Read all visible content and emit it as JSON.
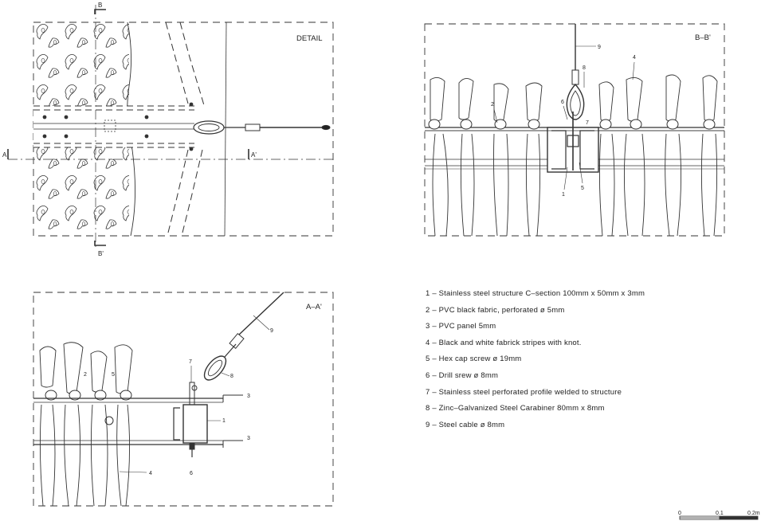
{
  "panels": {
    "detail": {
      "title": "DETAIL",
      "cut_a": "A",
      "cut_a_prime": "A'",
      "cut_b": "B",
      "cut_b_prime": "B'"
    },
    "section_bb": {
      "title": "B–B'",
      "callouts": [
        "9",
        "8",
        "4",
        "2",
        "6",
        "7",
        "1",
        "5"
      ]
    },
    "section_aa": {
      "title": "A–A'",
      "callouts": [
        "9",
        "7",
        "8",
        "2",
        "5",
        "3",
        "1",
        "3",
        "4",
        "6"
      ]
    }
  },
  "legend": [
    "1 – Stainless steel structure C–section 100mm x 50mm x 3mm",
    "2 – PVC black fabric, perforated ø 5mm",
    "3 – PVC panel 5mm",
    "4 – Black and white fabrick stripes with knot.",
    "5 – Hex cap screw ø 19mm",
    "6 – Drill srew ø 8mm",
    "7 – Stainless steel perforated profile welded to structure",
    "8 – Zinc–Galvanized Steel Carabiner 80mm x 8mm",
    "9 – Steel cable ø 8mm"
  ],
  "scale_bar": {
    "labels": [
      "0",
      "0.1",
      "0.2m"
    ]
  }
}
